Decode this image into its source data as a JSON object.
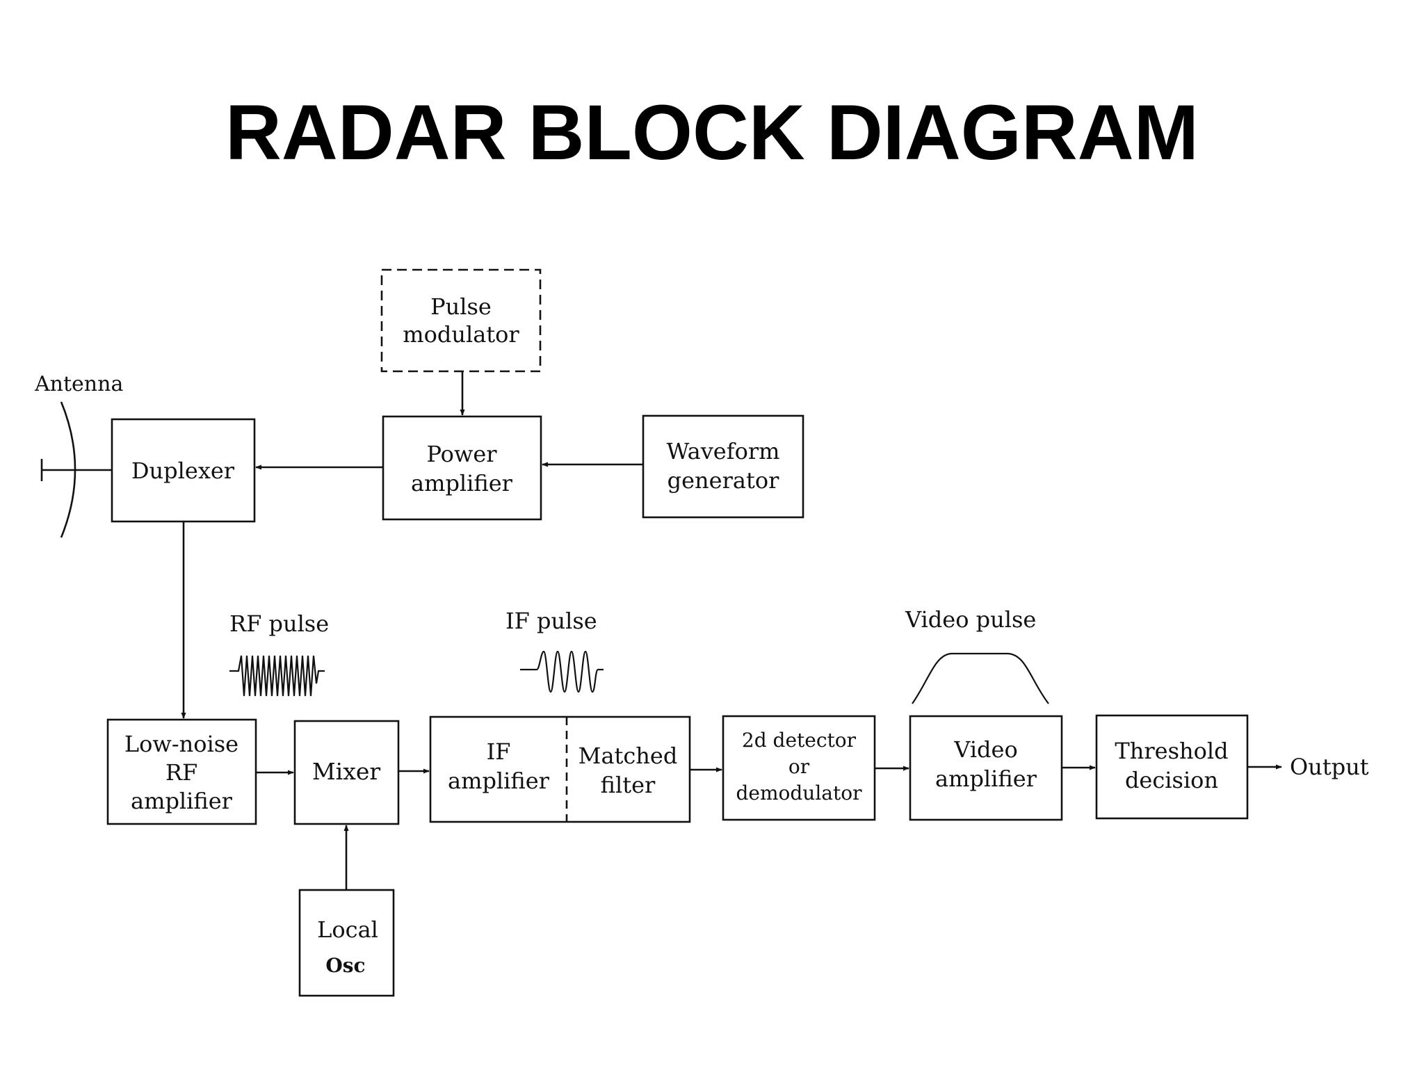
{
  "title": "RADAR BLOCK DIAGRAM",
  "labels": {
    "antenna": "Antenna",
    "rf_pulse": "RF pulse",
    "if_pulse": "IF pulse",
    "video_pulse": "Video pulse",
    "output": "Output"
  },
  "blocks": {
    "pulse_modulator": [
      "Pulse",
      "modulator"
    ],
    "duplexer": [
      "Duplexer"
    ],
    "power_amplifier": [
      "Power",
      "amplifier"
    ],
    "waveform_generator": [
      "Waveform",
      "generator"
    ],
    "low_noise_rf_amplifier": [
      "Low-noise",
      "RF",
      "amplifier"
    ],
    "mixer": [
      "Mixer"
    ],
    "if_amplifier": [
      "IF",
      "amplifier"
    ],
    "matched_filter": [
      "Matched",
      "filter"
    ],
    "detector": [
      "2d detector",
      "or",
      "demodulator"
    ],
    "video_amplifier": [
      "Video",
      "amplifier"
    ],
    "threshold_decision": [
      "Threshold",
      "decision"
    ],
    "local_osc": [
      "Local",
      "Osc"
    ]
  },
  "colors": {
    "ink": "#111111",
    "background": "#ffffff"
  }
}
